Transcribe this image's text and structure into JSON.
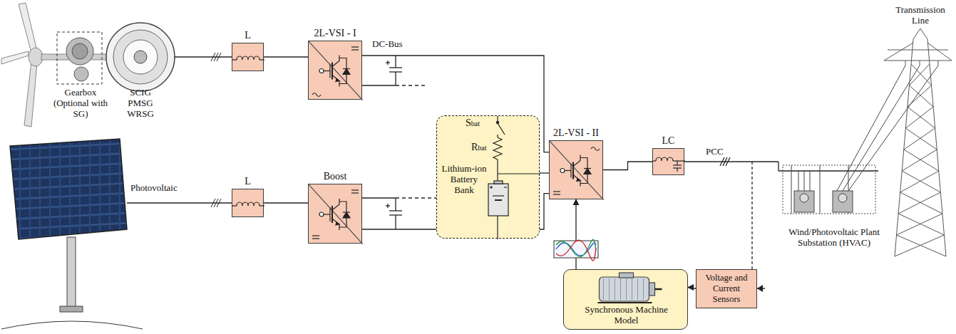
{
  "diagram": {
    "nodes": [
      {
        "text": [
          "L"
        ]
      },
      {
        "text": [
          "2L-VSI - I"
        ]
      },
      {
        "text": [
          "L"
        ]
      },
      {
        "text": [
          "Boost"
        ]
      },
      {
        "text": [
          "Sbat",
          "Rbat",
          "Lithium-ion Battery Bank"
        ]
      },
      {
        "text": [
          "2L-VSI - II"
        ]
      },
      {
        "text": [
          "LC"
        ]
      },
      {
        "text": [
          "Synchronous Machine Model"
        ]
      },
      {
        "text": [
          "Voltage and Current Sensors"
        ]
      }
    ],
    "edges": [
      {
        "from": 0,
        "to": 1,
        "arrow": "none"
      },
      {
        "from": 2,
        "to": 3,
        "arrow": "none"
      },
      {
        "from": 1,
        "to": 5,
        "arrow": "none"
      },
      {
        "from": 3,
        "to": 5,
        "arrow": "none"
      },
      {
        "from": 4,
        "to": 5,
        "arrow": "none"
      },
      {
        "from": 5,
        "to": 6,
        "arrow": "none"
      },
      {
        "from": 8,
        "to": 7,
        "arrow": "to"
      },
      {
        "from": 7,
        "to": 5,
        "arrow": "to"
      }
    ],
    "labels": [
      "Gearbox (Optional with SG)",
      "SCIG PMSG WRSG",
      "Photovoltaic",
      "DC-Bus",
      "PCC",
      "Transmission Line",
      "Wind/Photovoltaic Plant Substation (HVAC)"
    ]
  }
}
